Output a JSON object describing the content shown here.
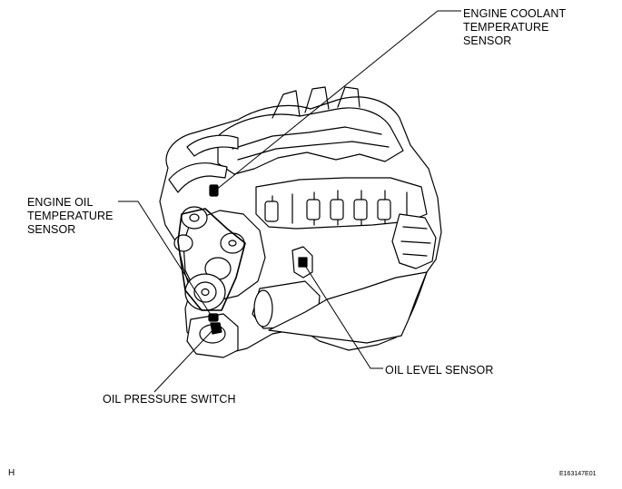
{
  "callouts": {
    "coolant_temp_sensor": [
      "ENGINE COOLANT",
      "TEMPERATURE",
      "SENSOR"
    ],
    "oil_temp_sensor": [
      "ENGINE OIL",
      "TEMPERATURE",
      "SENSOR"
    ],
    "oil_level_sensor": "OIL LEVEL SENSOR",
    "oil_pressure_switch": "OIL PRESSURE SWITCH"
  },
  "corner_letter": "H",
  "figure_id": "E163147E01"
}
